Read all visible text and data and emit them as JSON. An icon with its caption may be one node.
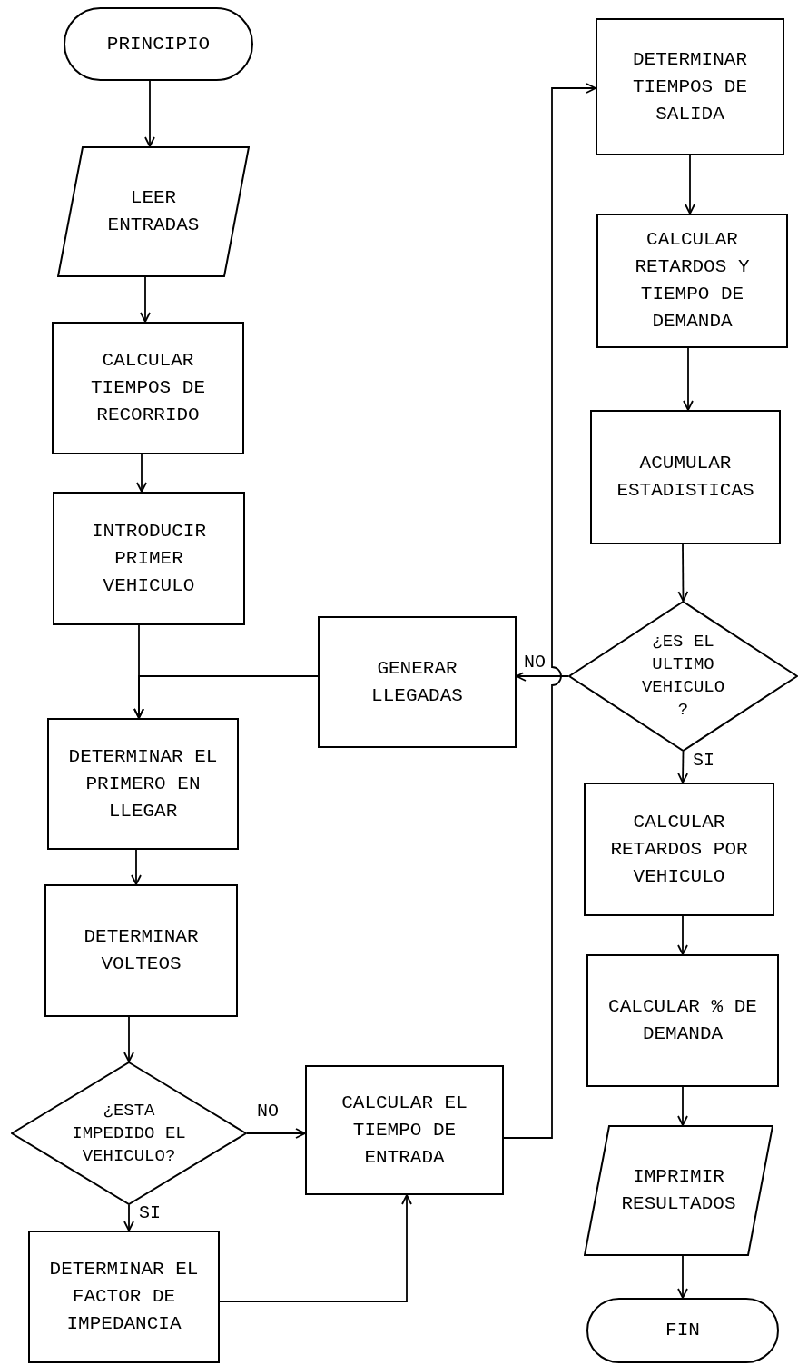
{
  "diagram": {
    "nodes": [
      {
        "text": [
          "PRINCIPIO"
        ]
      },
      {
        "text": [
          "LEER ENTRADAS"
        ]
      },
      {
        "text": [
          "CALCULAR TIEMPOS DE RECORRIDO"
        ]
      },
      {
        "text": [
          "INTRODUCIR PRIMER VEHICULO"
        ]
      },
      {
        "text": [
          "GENERAR LLEGADAS"
        ]
      },
      {
        "text": [
          "DETERMINAR EL PRIMERO EN LLEGAR"
        ]
      },
      {
        "text": [
          "DETERMINAR VOLTEOS"
        ]
      },
      {
        "text": [
          "¿ESTA IMPEDIDO EL VEHICULO?"
        ]
      },
      {
        "text": [
          "CALCULAR EL TIEMPO DE ENTRADA"
        ]
      },
      {
        "text": [
          "DETERMINAR EL FACTOR DE IMPEDANCIA"
        ]
      },
      {
        "text": [
          "DETERMINAR TIEMPOS DE SALIDA"
        ]
      },
      {
        "text": [
          "CALCULAR RETARDOS Y TIEMPO DE DEMANDA"
        ]
      },
      {
        "text": [
          "ACUMULAR ESTADISTICAS"
        ]
      },
      {
        "text": [
          "¿ES EL ULTIMO VEHICULO ?"
        ]
      },
      {
        "text": [
          "CALCULAR RETARDOS POR VEHICULO"
        ]
      },
      {
        "text": [
          "CALCULAR % DE DEMANDA"
        ]
      },
      {
        "text": [
          "IMPRIMIR RESULTADOS"
        ]
      },
      {
        "text": [
          "FIN"
        ]
      }
    ],
    "edges": [
      {
        "from": 0,
        "to": 1,
        "arrow": "to"
      },
      {
        "from": 1,
        "to": 2,
        "arrow": "to"
      },
      {
        "from": 2,
        "to": 3,
        "arrow": "to"
      },
      {
        "from": 3,
        "to": 5,
        "arrow": "to"
      },
      {
        "from": 4,
        "to": 5,
        "arrow": "to"
      },
      {
        "from": 13,
        "to": 4,
        "arrow": "to",
        "label": "NO"
      },
      {
        "from": 5,
        "to": 6,
        "arrow": "to"
      },
      {
        "from": 6,
        "to": 7,
        "arrow": "to"
      },
      {
        "from": 7,
        "to": 8,
        "arrow": "to",
        "label": "NO"
      },
      {
        "from": 7,
        "to": 9,
        "arrow": "to",
        "label": "SI"
      },
      {
        "from": 9,
        "to": 8,
        "arrow": "to"
      },
      {
        "from": 8,
        "to": 10,
        "arrow": "to"
      },
      {
        "from": 10,
        "to": 11,
        "arrow": "to"
      },
      {
        "from": 11,
        "to": 12,
        "arrow": "to"
      },
      {
        "from": 12,
        "to": 13,
        "arrow": "to"
      },
      {
        "from": 13,
        "to": 14,
        "arrow": "to",
        "label": "SI"
      },
      {
        "from": 14,
        "to": 15,
        "arrow": "to"
      },
      {
        "from": 15,
        "to": 16,
        "arrow": "to"
      },
      {
        "from": 16,
        "to": 17,
        "arrow": "to"
      }
    ]
  }
}
